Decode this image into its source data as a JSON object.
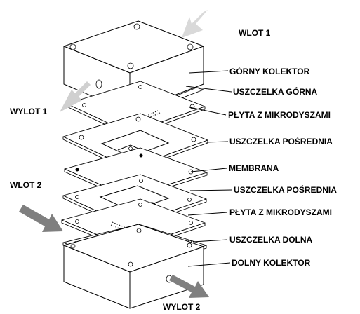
{
  "labels": {
    "wlot1": "WLOT 1",
    "gorny_kolektor": "GÓRNY KOLEKTOR",
    "uszczelka_gorna": "USZCZELKA GÓRNA",
    "wylot1": "WYLOT 1",
    "plyta1": "PŁYTA Z MIKRODYSZAMI",
    "uszczelka_posrednia1": "USZCZELKA POŚREDNIA",
    "membrana": "MEMBRANA",
    "wlot2": "WLOT 2",
    "uszczelka_posrednia2": "USZCZELKA POŚREDNIA",
    "plyta2": "PŁYTA Z MIKRODYSZAMI",
    "uszczelka_dolna": "USZCZELKA DOLNA",
    "dolny_kolektor": "DOLNY KOLEKTOR",
    "wylot2": "WYLOT 2"
  },
  "colors": {
    "inlet_arrow": "#d9d9d9",
    "outlet_arrow_light": "#d0d0d0",
    "inlet2_arrow": "#7f7f7f"
  }
}
